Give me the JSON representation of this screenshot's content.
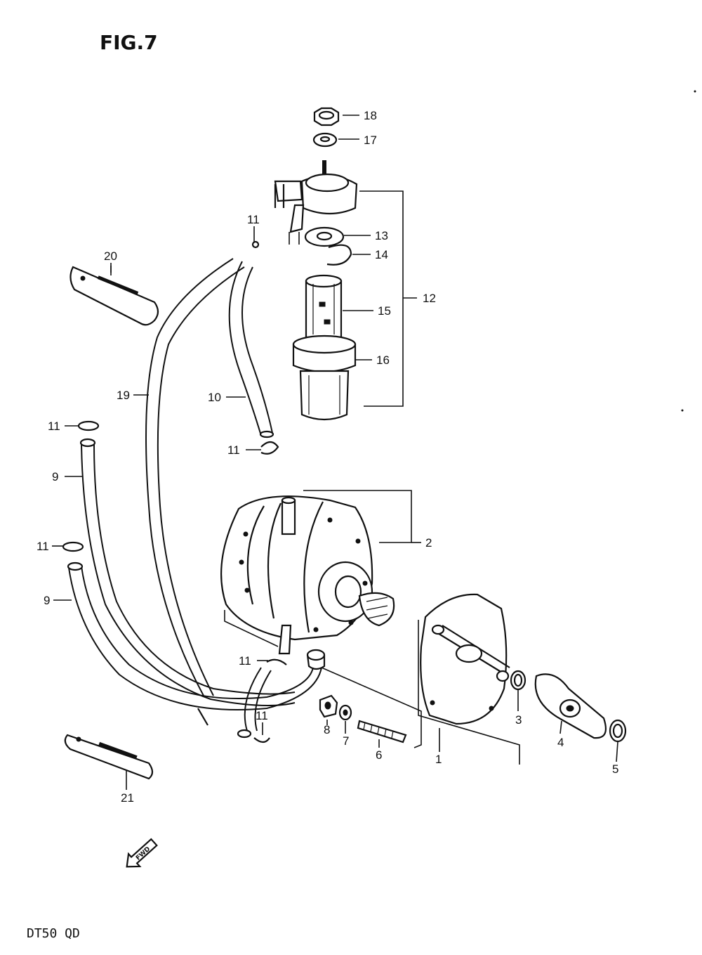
{
  "figure": {
    "title": "FIG.7",
    "model": "DT50 QD",
    "fwd_label": "FWD"
  },
  "callouts": {
    "c1": "1",
    "c2": "2",
    "c3": "3",
    "c4": "4",
    "c5": "5",
    "c6": "6",
    "c7": "7",
    "c8": "8",
    "c9a": "9",
    "c9b": "9",
    "c10": "10",
    "c11a": "11",
    "c11b": "11",
    "c11c": "11",
    "c11d": "11",
    "c11e": "11",
    "c11f": "11",
    "c12": "12",
    "c13": "13",
    "c14": "14",
    "c15": "15",
    "c16": "16",
    "c17": "17",
    "c18": "18",
    "c19": "19",
    "c20": "20",
    "c21": "21"
  }
}
